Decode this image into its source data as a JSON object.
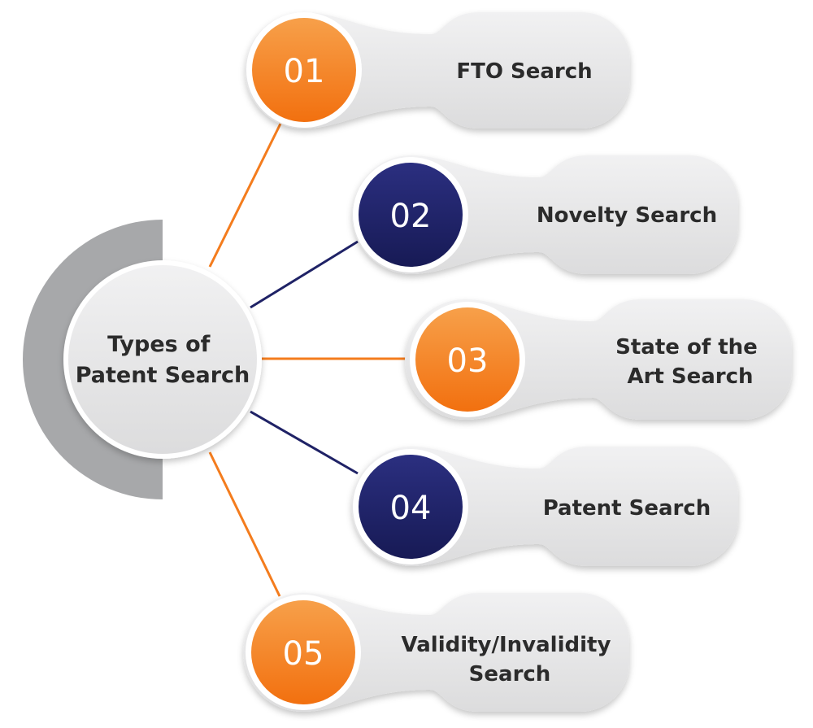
{
  "center": {
    "title_lines": [
      "Types of",
      "Patent Search"
    ]
  },
  "colors": {
    "orange": "#f47c1d",
    "navy": "#1f2266",
    "pill": "#e6e6e7",
    "arc": "#a7a8aa"
  },
  "items": [
    {
      "number": "01",
      "title_lines": [
        "FTO Search"
      ],
      "color": "orange"
    },
    {
      "number": "02",
      "title_lines": [
        "Novelty Search"
      ],
      "color": "navy"
    },
    {
      "number": "03",
      "title_lines": [
        "State of the",
        "Art Search"
      ],
      "color": "orange"
    },
    {
      "number": "04",
      "title_lines": [
        "Patent Search"
      ],
      "color": "navy"
    },
    {
      "number": "05",
      "title_lines": [
        "Validity/Invalidity",
        "Search"
      ],
      "color": "orange"
    }
  ]
}
